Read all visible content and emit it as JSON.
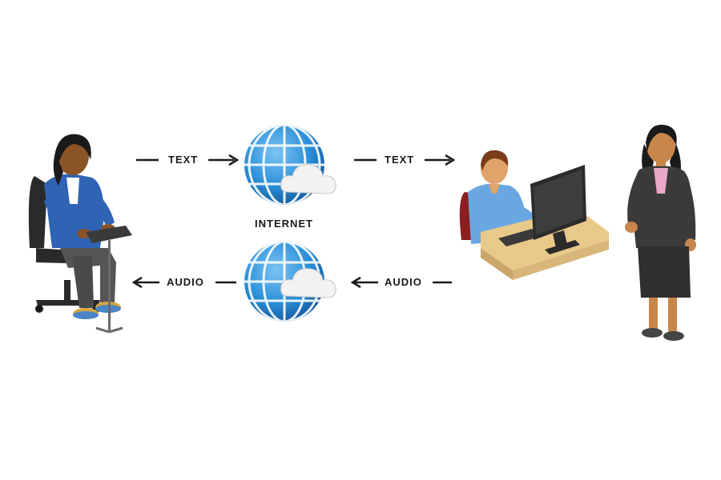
{
  "diagram": {
    "flows": {
      "top_left_label": "TEXT",
      "top_right_label": "TEXT",
      "bottom_left_label": "AUDIO",
      "bottom_right_label": "AUDIO"
    },
    "internet_label": "INTERNET",
    "icons": {
      "deaf_user": "seated-woman-typing-icon",
      "internet_top": "globe-cloud-icon",
      "internet_bottom": "globe-cloud-icon",
      "captioner": "man-at-computer-icon",
      "speaker": "standing-woman-icon"
    },
    "colors": {
      "globe_blue": "#2a8fd8",
      "jacket_blue": "#2f63b4",
      "suit_dark": "#3a3a3a",
      "desk": "#e9c98a",
      "monitor": "#2b2b2b",
      "shirt_blue": "#6aa7e0",
      "skin": "#c9864a"
    }
  }
}
